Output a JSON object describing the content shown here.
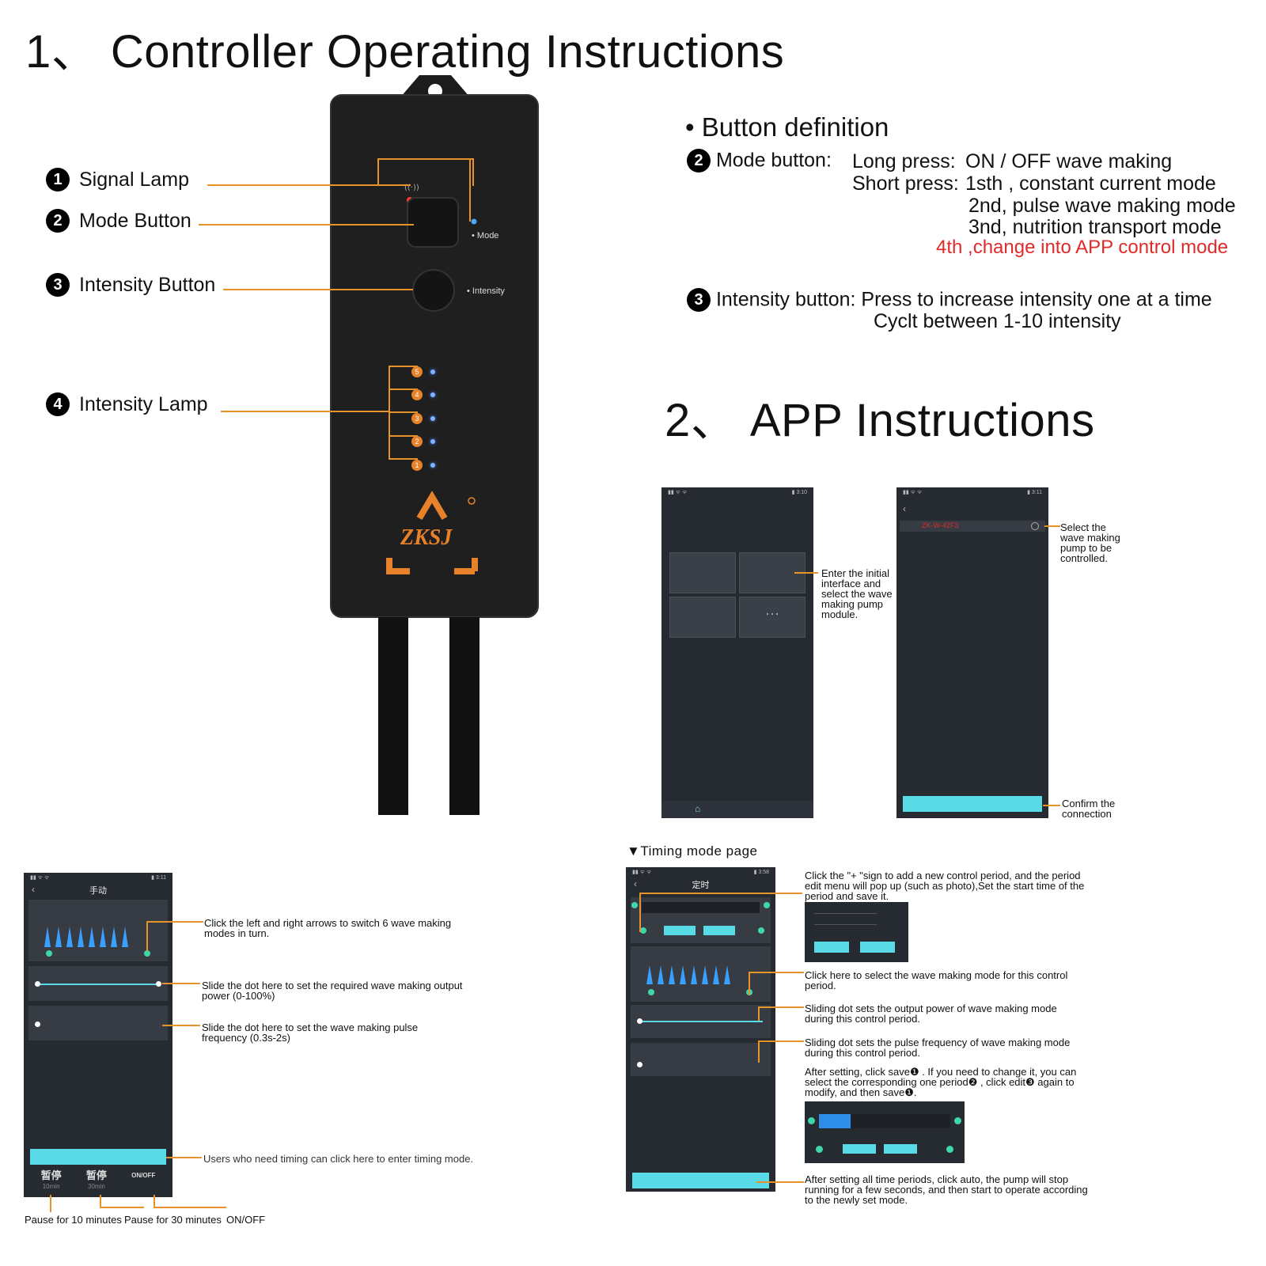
{
  "section1": {
    "title": "1、 Controller Operating Instructions"
  },
  "device": {
    "brand": "ZKSJ",
    "mode_label": "• Mode",
    "intensity_label": "• Intensity",
    "leds": [
      "5",
      "4",
      "3",
      "2",
      "1"
    ]
  },
  "callouts": [
    {
      "num": "1",
      "label": "Signal  Lamp"
    },
    {
      "num": "2",
      "label": "Mode Button"
    },
    {
      "num": "3",
      "label": "Intensity Button"
    },
    {
      "num": "4",
      "label": "Intensity Lamp"
    }
  ],
  "definition": {
    "heading": "Button definition",
    "mode": {
      "num": "2",
      "label": "Mode button:",
      "long_key": "Long press:",
      "long_val": "ON / OFF wave making",
      "short_key": "Short press:",
      "short_vals": [
        "1sth , constant current mode",
        "2nd, pulse wave making mode",
        "3nd, nutrition transport mode"
      ],
      "short_red": "4th ,change into APP control mode"
    },
    "intensity": {
      "num": "3",
      "label": "Intensity button:",
      "line1": "Press to increase intensity one at a time",
      "line2": "Cyclt between 1-10 intensity"
    }
  },
  "section2": {
    "title": "2、 APP Instructions"
  },
  "app_notes": {
    "phone1": "Enter the initial\ninterface and\nselect the wave\nmaking pump\nmodule.",
    "phone2_select": "Select the\nwave making\npump to be\ncontrolled.",
    "phone2_confirm": "Confirm the\nconnection",
    "device_name": "ZK-W-42F3"
  },
  "manual": {
    "title": "手动",
    "notes": [
      "Click the left and right arrows to switch 6 wave making\nmodes in turn.",
      "Slide the dot here to set the required wave making output\npower (0-100%)",
      "Slide the dot here to set the wave making pulse\nfrequency (0.3s-2s)",
      "Users who need timing can click here to enter timing mode."
    ],
    "pause1": "暂停",
    "pause2": "暂停",
    "pause1_sub": "10min",
    "pause2_sub": "30min",
    "onoff": "ON/OFF",
    "footer": [
      "Pause for 10 minutes",
      "Pause for 30 minutes",
      "ON/OFF"
    ]
  },
  "timing": {
    "caption": "▼Timing mode page",
    "title": "定时",
    "notes": [
      "Click the \"+ \"sign to add a new control period, and the period\nedit menu will pop up (such as photo),Set the start time of the\nperiod and save it.",
      "Click here to select the wave making mode for this control\nperiod.",
      "Sliding dot sets the output power of wave making mode\n during this control period.",
      "Sliding dot sets the pulse frequency of wave making mode\n during this control period.",
      "After setting, click save❶ . If you need to change it, you can\nselect the corresponding one period❷ , click edit❸ again to\n modify, and then save❶.",
      "After setting all time periods, click auto, the pump will stop\nrunning for a few seconds, and then start to operate according\nto the newly set mode."
    ]
  },
  "colors": {
    "accent": "#e8922a",
    "cyan": "#58dbe6",
    "red": "#e02a2a",
    "device": "#1f1f1f"
  }
}
